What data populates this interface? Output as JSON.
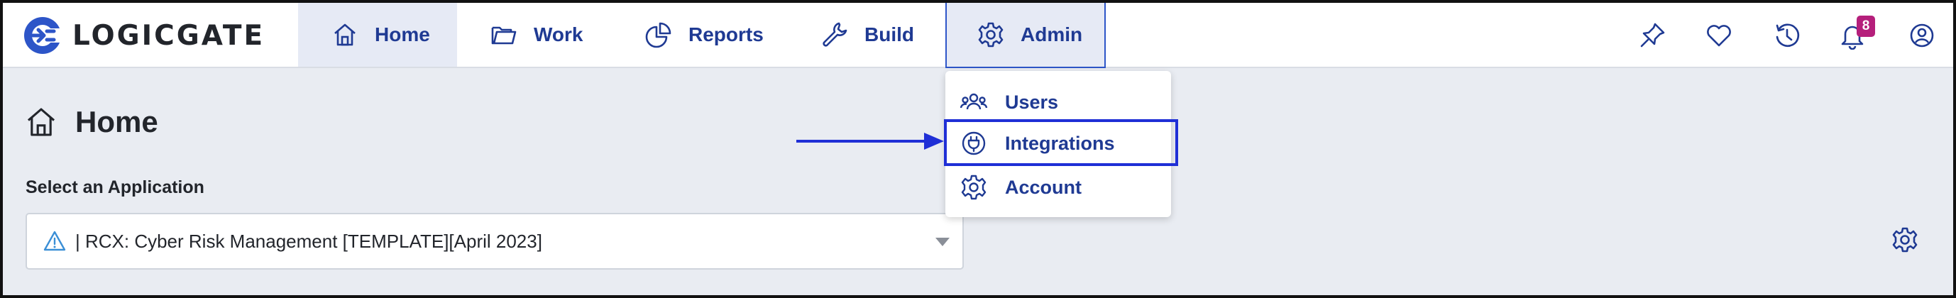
{
  "app": {
    "logo_text": "LOGICGATE",
    "brand_color": "#2d55c8",
    "nav_text_color": "#1f3a93"
  },
  "nav": {
    "home": "Home",
    "work": "Work",
    "reports": "Reports",
    "build": "Build",
    "admin": "Admin"
  },
  "header_icons": {
    "pin": "pin-icon",
    "favorites": "heart-icon",
    "history": "history-icon",
    "notifications": "bell-icon",
    "notifications_count": "8",
    "profile": "user-icon"
  },
  "admin_menu": {
    "users": "Users",
    "integrations": "Integrations",
    "account": "Account",
    "highlighted": "Integrations"
  },
  "page": {
    "title": "Home",
    "select_label": "Select an Application",
    "selected_application": "| RCX: Cyber Risk Management [TEMPLATE][April 2023]"
  },
  "colors": {
    "annotation": "#1f2fd6",
    "badge": "#b51f7b",
    "background": "#e9ecf2"
  }
}
